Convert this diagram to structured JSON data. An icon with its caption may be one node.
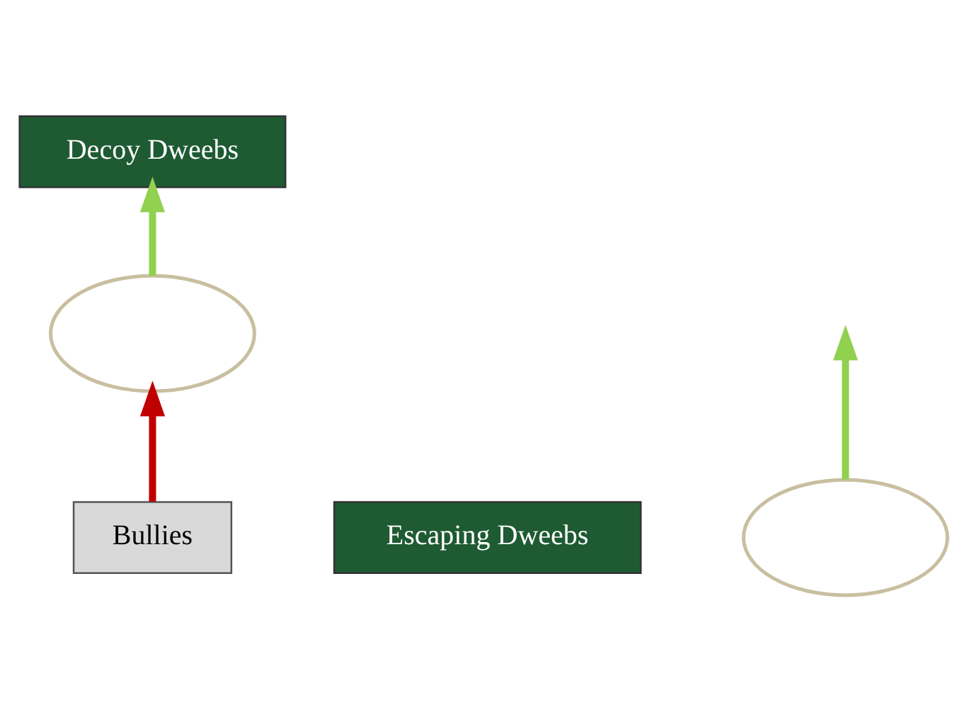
{
  "diagram": {
    "nodes": [
      {
        "text": [
          "Decoy Dweebs"
        ]
      },
      {
        "text": [
          "Escaping Dweebs"
        ]
      },
      {
        "text": [],
        "shape": "cloud"
      },
      {
        "text": [],
        "shape": "cloud"
      },
      {
        "text": [
          "Bullies"
        ]
      }
    ],
    "edges": [
      {
        "from": 2,
        "to": 0,
        "arrow": "to"
      },
      {
        "from": 3,
        "to": null,
        "arrow": "to"
      },
      {
        "from": 4,
        "to": 2,
        "arrow": "to",
        "color": "#c00000"
      }
    ]
  }
}
